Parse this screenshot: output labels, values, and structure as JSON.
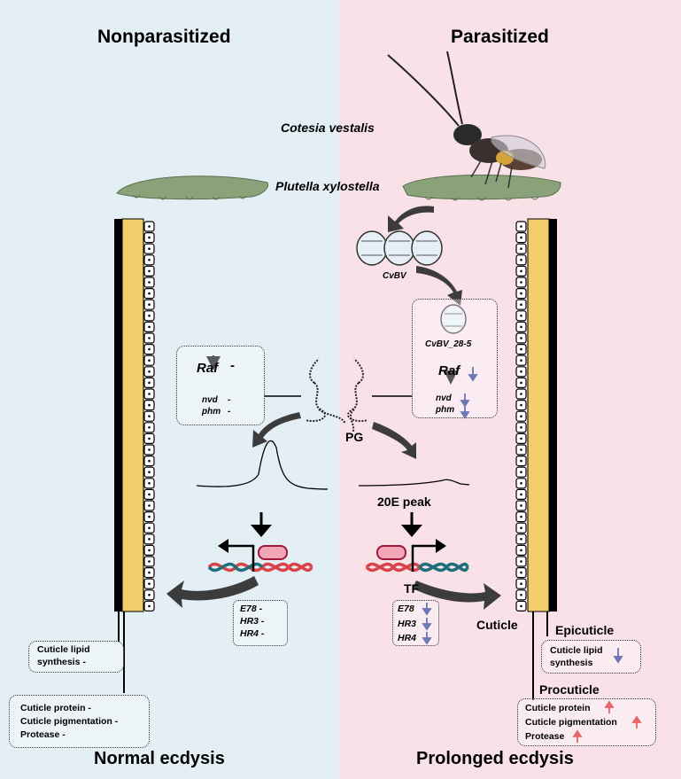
{
  "panels": {
    "left": {
      "title": "Nonparasitized",
      "bottom": "Normal ecdysis"
    },
    "right": {
      "title": "Parasitized",
      "bottom": "Prolonged ecdysis"
    }
  },
  "species": {
    "wasp": "Cotesia vestalis",
    "host": "Plutella xylostella"
  },
  "virus": {
    "label": "CvBV",
    "gene": "CvBV_28-5"
  },
  "left_gland": {
    "raf": "Raf",
    "raf_mark": "-",
    "nvd": "nvd",
    "nvd_mark": "-",
    "phm": "phm",
    "phm_mark": "-"
  },
  "right_gland": {
    "raf": "Raf",
    "nvd": "nvd",
    "phm": "phm"
  },
  "pg_label": "PG",
  "peak_label": "20E peak",
  "tf_label": "TF",
  "left_genes": [
    "E78 -",
    "HR3 -",
    "HR4 -"
  ],
  "right_genes": [
    "E78",
    "HR3",
    "HR4"
  ],
  "cuticle_labels": {
    "cuticle": "Cuticle",
    "epicuticle": "Epicuticle",
    "procuticle": "Procuticle"
  },
  "left_lipid": [
    "Cuticle lipid",
    "synthesis -"
  ],
  "left_outputs": [
    "Cuticle protein -",
    "Cuticle pigmentation -",
    "Protease -"
  ],
  "right_lipid": [
    "Cuticle lipid",
    "synthesis"
  ],
  "right_outputs": [
    "Cuticle protein",
    "Cuticle pigmentation",
    "Protease"
  ],
  "colors": {
    "down_arrow": "#1f2f8c",
    "up_arrow": "#d6181f",
    "cuticle_fill": "#f2cd6a",
    "dna_teal": "#1e6f7d",
    "dna_red": "#d9434a"
  }
}
